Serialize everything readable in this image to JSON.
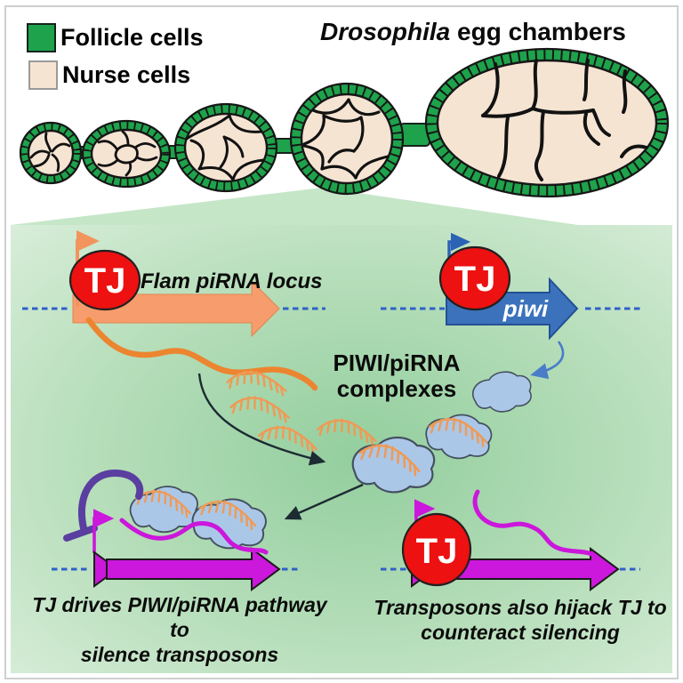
{
  "figure": {
    "legend": [
      {
        "label": "Follicle cells",
        "color": "#1ea24b"
      },
      {
        "label": "Nurse cells",
        "color": "#f6e4d3"
      }
    ],
    "title": {
      "species": "Drosophila",
      "rest": " egg chambers"
    }
  },
  "panel": {
    "tj": "TJ",
    "flam_locus_label": "Flam piRNA locus",
    "piwi_gene_label": "piwi",
    "complexes_label_line1": "PIWI/piRNA",
    "complexes_label_line2": "complexes",
    "caption_left_line1": "TJ drives PIWI/piRNA pathway to",
    "caption_left_line2": "silence transposons",
    "caption_right_line1": "Transposons also hijack TJ to",
    "caption_right_line2": "counteract silencing"
  },
  "colors": {
    "follicle_green": "#1ea24b",
    "nurse_beige": "#f6e4d3",
    "tj_red": "#ed1111",
    "flam_arrow_orange": "#f79c6c",
    "transcript_orange": "#ec8530",
    "pirna_orange": "#ef9a55",
    "piwi_blue": "#3b72bb",
    "dna_dash_blue": "#3060c8",
    "transposon_magenta": "#cb18dc",
    "repression_purple": "#5a3ea0",
    "piwi_complex_blue": "#abc7e8",
    "panel_green_center": "#93ce9e",
    "panel_green_edge": "#dcefdd"
  }
}
